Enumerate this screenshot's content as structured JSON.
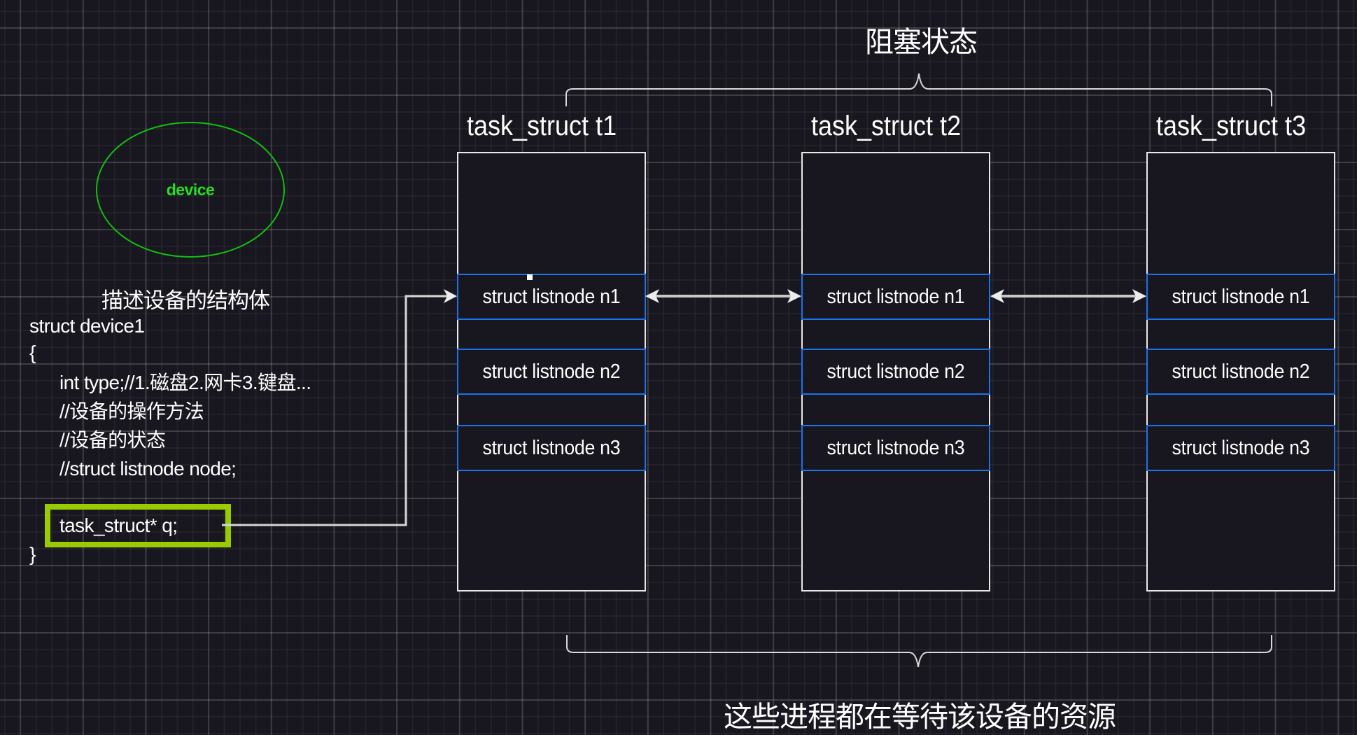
{
  "titles": {
    "top": "阻塞状态",
    "bottom": "这些进程都在等待该设备的资源"
  },
  "device": {
    "label": "device",
    "color": "#10c010"
  },
  "code": {
    "caption": "描述设备的结构体",
    "lines": [
      "struct device1",
      "{",
      "int type;//1.磁盘2.网卡3.键盘...",
      "//设备的操作方法",
      "//设备的状态",
      "//struct listnode node;",
      "}"
    ],
    "highlighted_field": "task_struct* q;",
    "highlight_color": "#99cc00"
  },
  "tasks": [
    {
      "title": "task_struct t1",
      "nodes": [
        "struct listnode n1",
        "struct listnode n2",
        "struct listnode n3"
      ]
    },
    {
      "title": "task_struct t2",
      "nodes": [
        "struct listnode n1",
        "struct listnode n2",
        "struct listnode n3"
      ]
    },
    {
      "title": "task_struct t3",
      "nodes": [
        "struct listnode n1",
        "struct listnode n2",
        "struct listnode n3"
      ]
    }
  ],
  "colors": {
    "background": "#18161e",
    "node_border": "#1a73e8",
    "box_border": "#e8e8e8",
    "connector": "#d0d0d0"
  }
}
